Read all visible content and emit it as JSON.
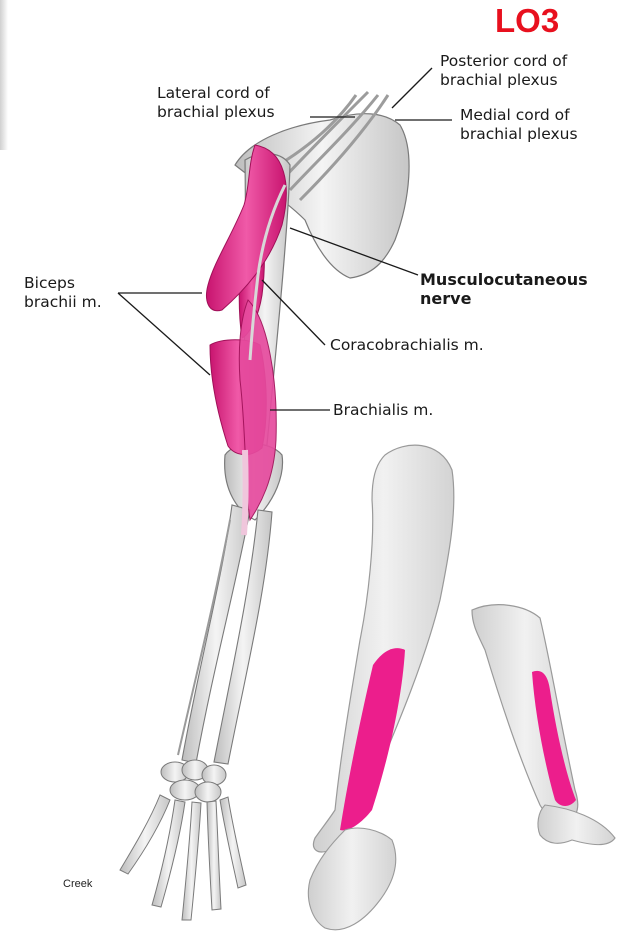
{
  "tag": "LO3",
  "credit": "Creek",
  "colors": {
    "muscle": "#ec1e8c",
    "tag": "#e8101e",
    "line": "#1a1a1a",
    "bone": "#e9e9e9"
  },
  "labels": {
    "posterior_cord": {
      "line1": "Posterior cord of",
      "line2": "brachial plexus"
    },
    "lateral_cord": {
      "line1": "Lateral cord of",
      "line2": "brachial plexus"
    },
    "medial_cord": {
      "line1": "Medial cord of",
      "line2": "brachial plexus"
    },
    "musculocutaneous": {
      "line1": "Musculocutaneous",
      "line2": "nerve"
    },
    "biceps": {
      "line1": "Biceps",
      "line2": "brachii m."
    },
    "coracobrachialis": "Coracobrachialis m.",
    "brachialis": "Brachialis m."
  }
}
